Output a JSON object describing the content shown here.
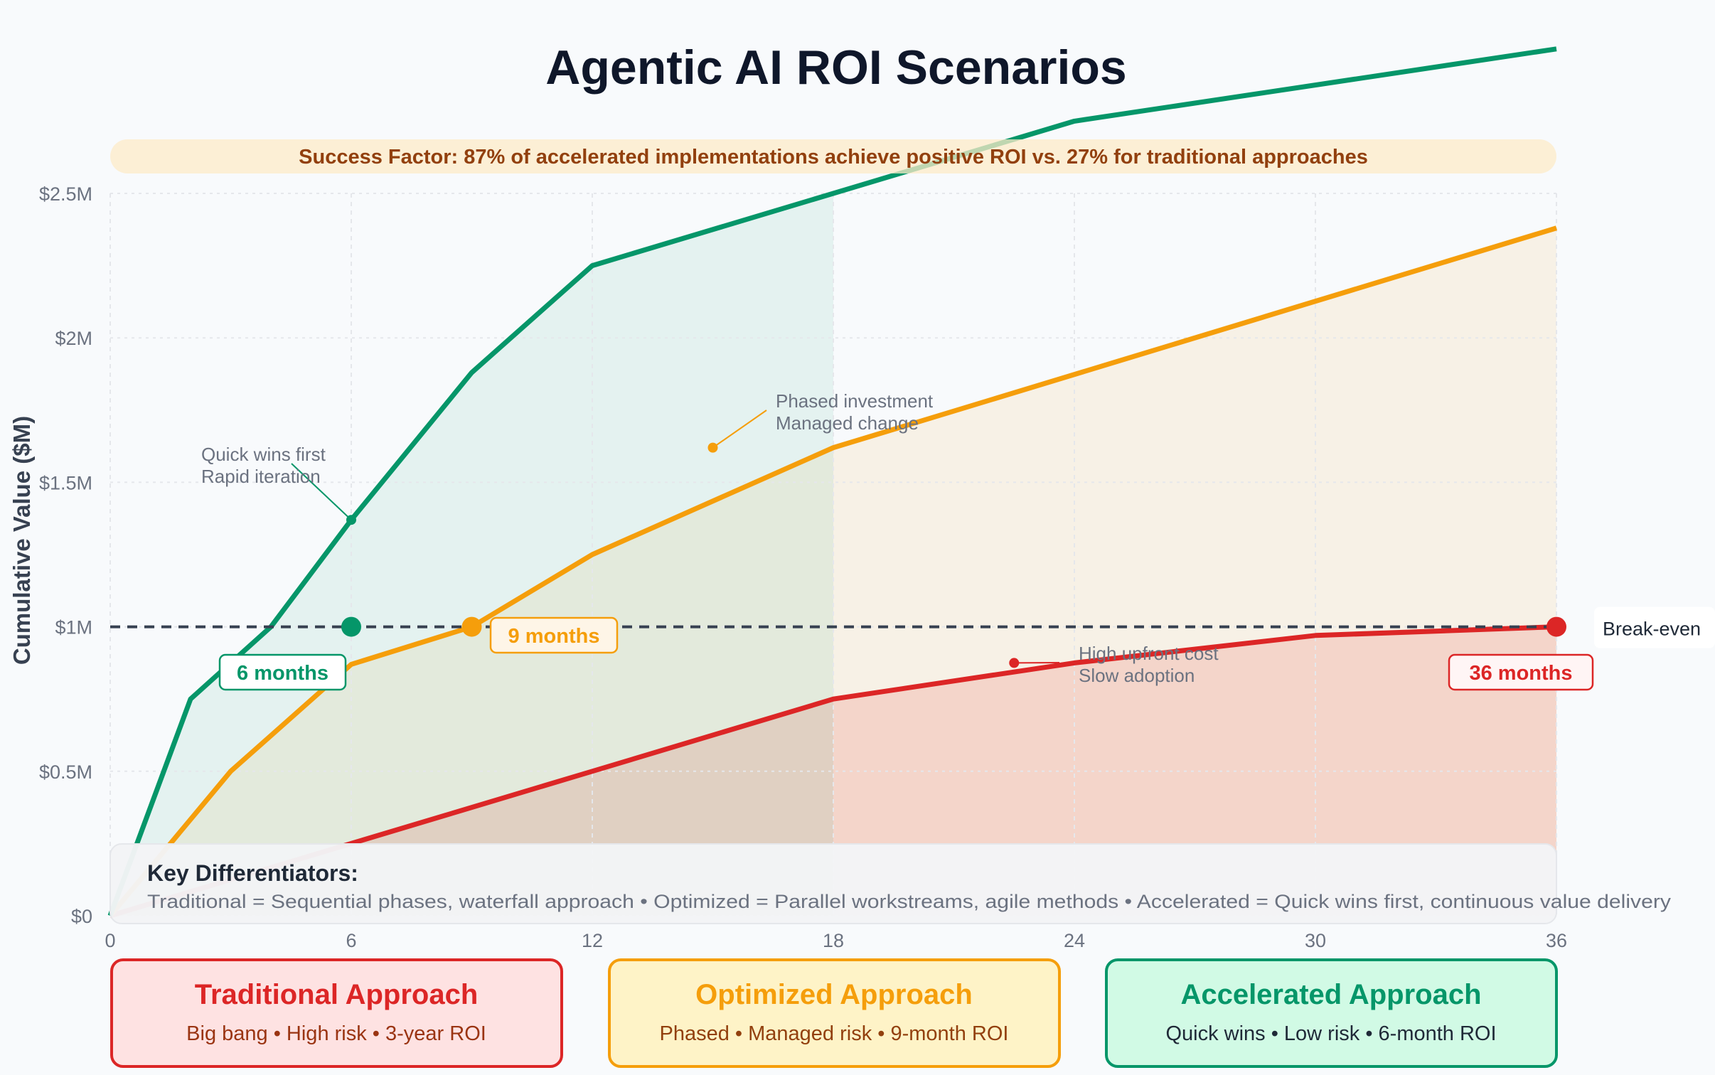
{
  "chart_data": {
    "type": "line",
    "title": "Agentic AI ROI Scenarios",
    "xlabel": "",
    "ylabel": "Cumulative Value ($M)",
    "xlim": [
      0,
      36
    ],
    "ylim": [
      0,
      2.5
    ],
    "x_ticks": [
      0,
      6,
      12,
      18,
      24,
      30,
      36
    ],
    "x_tick_labels": [
      "0",
      "6",
      "12",
      "18",
      "24",
      "30",
      "36"
    ],
    "y_ticks": [
      0,
      0.5,
      1,
      1.5,
      2,
      2.5
    ],
    "y_tick_labels": [
      "$0",
      "$0.5M",
      "$1M",
      "$1.5M",
      "$2M",
      "$2.5M"
    ],
    "grid": true,
    "series": [
      {
        "name": "Traditional",
        "color": "#dc2626",
        "fill_to": 36,
        "x": [
          0,
          6,
          12,
          18,
          24,
          30,
          36
        ],
        "y": [
          0,
          0.25,
          0.5,
          0.75,
          0.875,
          0.97,
          1.0
        ]
      },
      {
        "name": "Optimized",
        "color": "#f59e0b",
        "fill_to": 36,
        "x": [
          0,
          3,
          6,
          9,
          12,
          18,
          36
        ],
        "y": [
          0,
          0.5,
          0.87,
          1.0,
          1.25,
          1.62,
          2.38
        ]
      },
      {
        "name": "Accelerated",
        "color": "#059669",
        "fill_to": 18,
        "x": [
          0,
          2,
          4,
          6,
          9,
          12,
          18,
          24,
          36
        ],
        "y": [
          0,
          0.75,
          1.0,
          1.37,
          1.88,
          2.25,
          2.5,
          2.75,
          3.0
        ]
      }
    ],
    "break_even": {
      "value": 1.0,
      "label": "Break-even"
    },
    "break_even_points": [
      {
        "series": "Accelerated",
        "month": 6,
        "label": "6 months",
        "color": "#059669"
      },
      {
        "series": "Optimized",
        "month": 9,
        "label": "9 months",
        "color": "#f59e0b"
      },
      {
        "series": "Traditional",
        "month": 36,
        "label": "36 months",
        "color": "#dc2626"
      }
    ],
    "annotations": [
      {
        "month": 6,
        "value": 1.37,
        "lines": [
          "Quick wins first",
          "Rapid iteration"
        ],
        "color": "#059669"
      },
      {
        "month": 15,
        "value": 1.62,
        "lines": [
          "Phased investment",
          "Managed change"
        ],
        "color": "#f59e0b"
      },
      {
        "month": 22.5,
        "value": 0.875,
        "lines": [
          "High upfront cost",
          "Slow adoption"
        ],
        "color": "#dc2626"
      }
    ]
  },
  "banner": "Success Factor: 87% of accelerated implementations achieve positive ROI vs. 27% for traditional approaches",
  "key": {
    "title": "Key Differentiators:",
    "text": "Traditional = Sequential phases, waterfall approach • Optimized = Parallel workstreams, agile methods • Accelerated = Quick wins first, continuous value delivery"
  },
  "cards": [
    {
      "title": "Traditional Approach",
      "subtitle": "Big bang • High risk • 3-year ROI",
      "color": "#dc2626",
      "bg": "#fee2e2",
      "sub_color": "#9a3412"
    },
    {
      "title": "Optimized Approach",
      "subtitle": "Phased • Managed risk • 9-month ROI",
      "color": "#f59e0b",
      "bg": "#fef3c7",
      "sub_color": "#92400e"
    },
    {
      "title": "Accelerated Approach",
      "subtitle": "Quick wins • Low risk • 6-month ROI",
      "color": "#059669",
      "bg": "#d1fae5",
      "sub_color": "#1f2937"
    }
  ]
}
